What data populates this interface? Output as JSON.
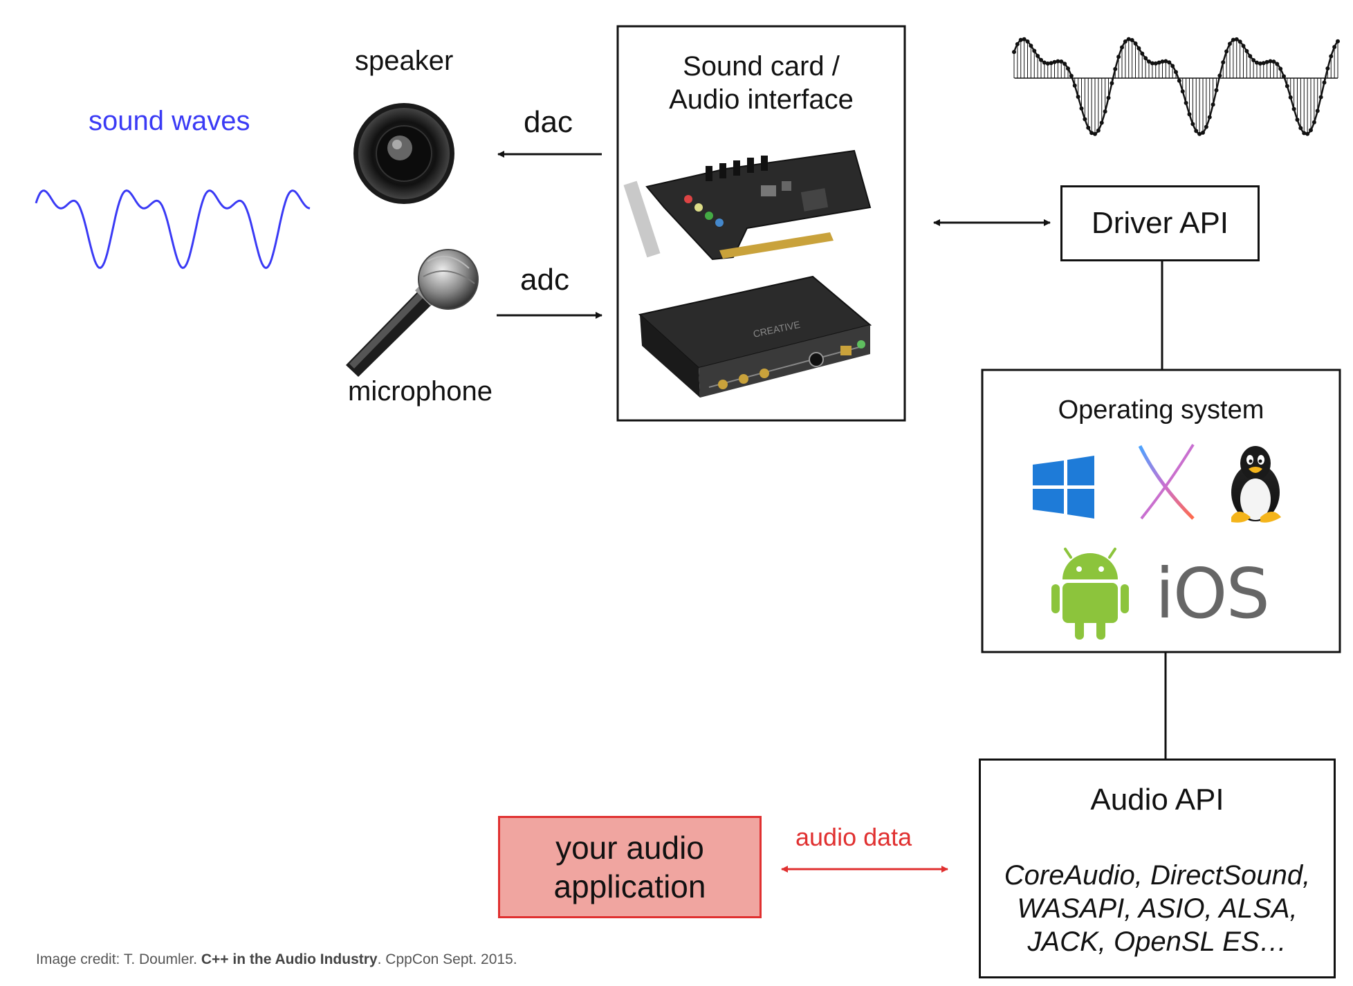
{
  "labels": {
    "sound_waves": "sound waves",
    "speaker": "speaker",
    "microphone": "microphone",
    "dac": "dac",
    "adc": "adc",
    "audio_data": "audio data"
  },
  "sound_card": {
    "line1": "Sound card /",
    "line2": "Audio interface"
  },
  "driver_api": "Driver API",
  "operating_system": {
    "title": "Operating system",
    "ios": "iOS"
  },
  "audio_api": {
    "title": "Audio API",
    "lines": [
      "CoreAudio, DirectSound,",
      "WASAPI, ASIO, ALSA,",
      "JACK, OpenSL ES…"
    ]
  },
  "app": {
    "line1": "your audio",
    "line2": "application"
  },
  "credit": {
    "prefix": "Image credit: T. Doumler. ",
    "title": "C++ in the Audio Industry",
    "suffix": ". CppCon Sept. 2015."
  },
  "colors": {
    "sound_wave": "#3a3af5",
    "app_fill": "#f0a5a0",
    "app_border": "#e03030",
    "audio_data": "#e03030",
    "windows": "#1e7bd8",
    "android": "#8cc43c"
  },
  "icons": [
    "speaker-icon",
    "microphone-icon",
    "sound-card-icon",
    "audio-interface-icon",
    "windows-icon",
    "macos-x-icon",
    "linux-tux-icon",
    "android-icon"
  ]
}
